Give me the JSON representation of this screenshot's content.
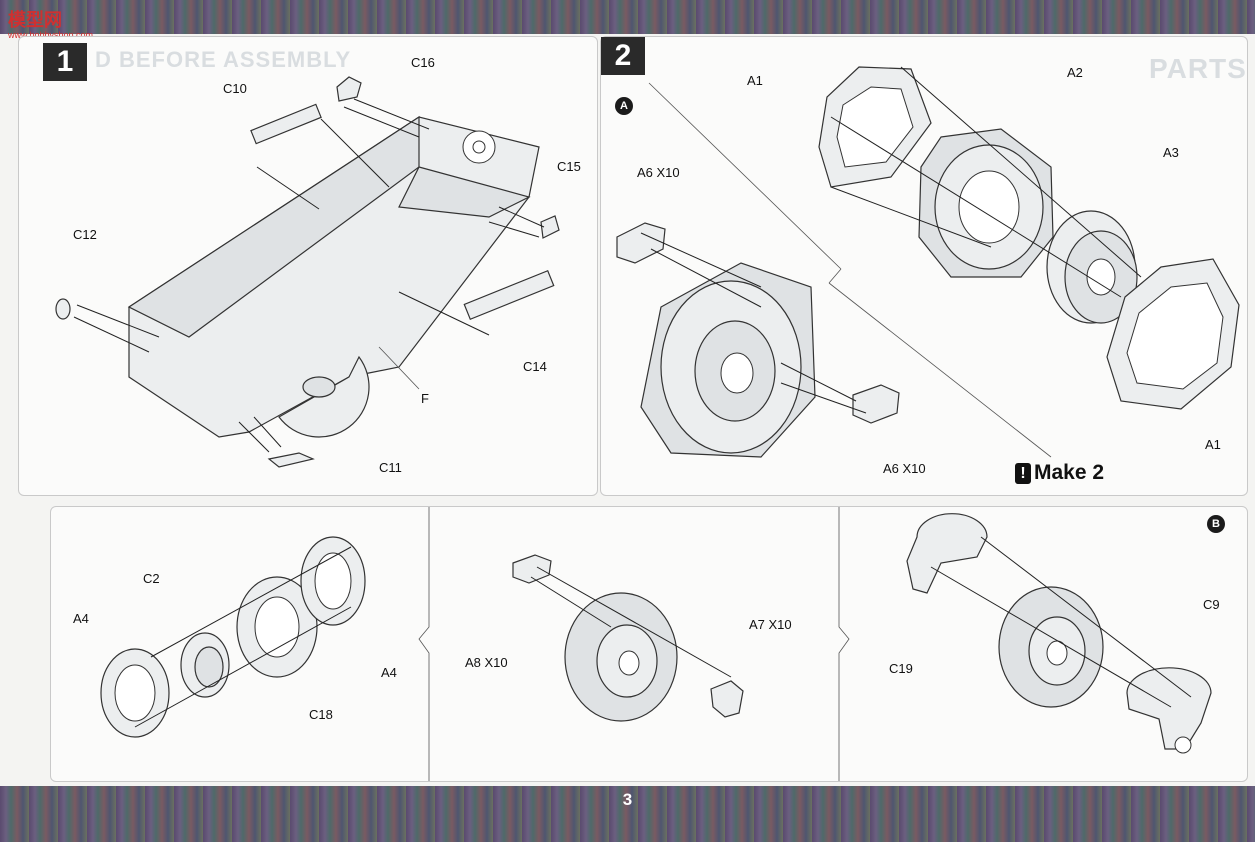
{
  "header": {
    "logo_text": "模型网",
    "logo_sub": "www.hobbyshop.com"
  },
  "footer": {
    "page_number": "3"
  },
  "step1": {
    "number": "1",
    "ghost_text": "D BEFORE ASSEMBLY",
    "labels": [
      "C16",
      "C10",
      "C15",
      "C12",
      "C14",
      "F",
      "C11"
    ]
  },
  "step2": {
    "number": "2",
    "ghost_text": "PARTS",
    "tag_a": "A",
    "labels": [
      "A1",
      "A2",
      "A3",
      "A6 X10",
      "A6 X10",
      "A1"
    ],
    "make_note": "Make 2",
    "make_icon": "!"
  },
  "step2b": {
    "tag_b": "B",
    "labels_left": [
      "C2",
      "A4",
      "A4",
      "C18"
    ],
    "labels_mid": [
      "A8 X10",
      "A7 X10"
    ],
    "labels_right": [
      "C19",
      "C9"
    ]
  }
}
